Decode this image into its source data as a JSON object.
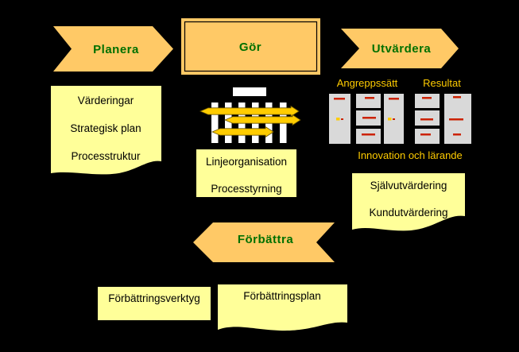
{
  "colors": {
    "background": "#000000",
    "arrow_fill": "#FFC966",
    "note_fill": "#FFFF99",
    "glyph_yellow": "#FFCC00",
    "label_yellow": "#FFCC00",
    "heading_green": "#007000",
    "box_gray": "#D9D9D9",
    "mark_red": "#CC2200"
  },
  "cycle": {
    "plan_label": "Planera",
    "do_label": "Gör",
    "check_label": "Utvärdera",
    "act_label": "Förbättra"
  },
  "plan_note": {
    "lines": [
      "Värderingar",
      "Strategisk plan",
      "Processtruktur"
    ]
  },
  "do_note": {
    "lines": [
      "Linjeorganisation",
      "Processtyrning"
    ]
  },
  "eval_model": {
    "approach_label": "Angreppssätt",
    "result_label": "Resultat",
    "innovation_label": "Innovation och lärande"
  },
  "eval_note": {
    "lines": [
      "Självutvärdering",
      "Kundutvärdering"
    ]
  },
  "improve_tools_note": {
    "text": "Förbättringsverktyg"
  },
  "improve_plan_note": {
    "text": "Förbättringsplan"
  }
}
